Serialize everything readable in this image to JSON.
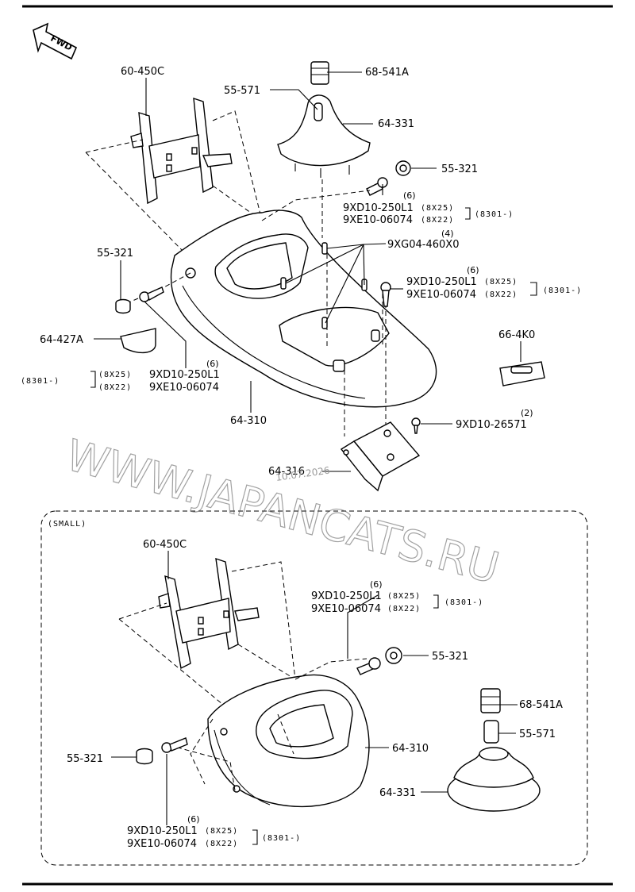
{
  "fwd": "FWD",
  "small_label": "(SMALL)",
  "watermark": "WWW.JAPANCATS.RU",
  "watermark_date": "10.07.2026",
  "top": {
    "p60450c": "60-450C",
    "p68541a": "68-541A",
    "p55571": "55-571",
    "p64331": "64-331",
    "p55321_r": "55-321",
    "q6_a": "(6)",
    "bolt_a1": "9XD10-250L1",
    "bolt_a1_size": "(8X25)",
    "bolt_a2": "9XE10-06074",
    "bolt_a2_size": "(8X22)",
    "code_a": "(8301-)",
    "q4": "(4)",
    "p9xg04": "9XG04-460X0",
    "p55321_l": "55-321",
    "q6_b": "(6)",
    "bolt_b1": "9XD10-250L1",
    "bolt_b1_size": "(8X25)",
    "bolt_b2": "9XE10-06074",
    "bolt_b2_size": "(8X22)",
    "code_b": "(8301-)",
    "p66_4k0": "66-4K0",
    "p64427a": "64-427A",
    "q6_c": "(6)",
    "code_c": "(8301-)",
    "bolt_c1_size": "(8X25)",
    "bolt_c1": "9XD10-250L1",
    "bolt_c2_size": "(8X22)",
    "bolt_c2": "9XE10-06074",
    "p64310": "64-310",
    "q2": "(2)",
    "p9xd10_26571": "9XD10-26571",
    "p64316": "64-316"
  },
  "bottom": {
    "p60450c": "60-450C",
    "q6_a": "(6)",
    "bolt_a1": "9XD10-250L1",
    "bolt_a1_size": "(8X25)",
    "bolt_a2": "9XE10-06074",
    "bolt_a2_size": "(8X22)",
    "code_a": "(8301-)",
    "p55321_r": "55-321",
    "p68541a": "68-541A",
    "p55571": "55-571",
    "p64310": "64-310",
    "p55321_l": "55-321",
    "p64331": "64-331",
    "q6_b": "(6)",
    "bolt_b1": "9XD10-250L1",
    "bolt_b1_size": "(8X25)",
    "bolt_b2": "9XE10-06074",
    "bolt_b2_size": "(8X22)",
    "code_b": "(8301-)"
  }
}
